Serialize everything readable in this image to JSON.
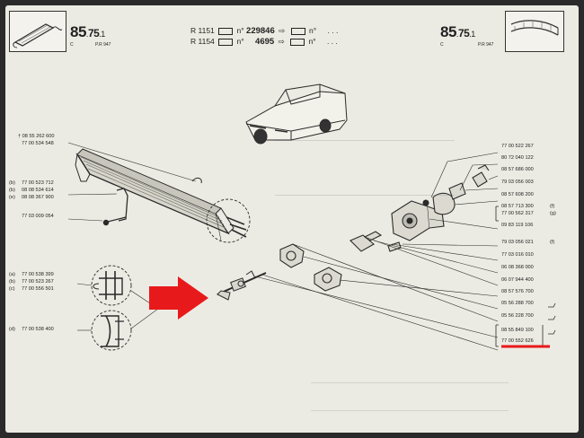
{
  "header": {
    "page_left": {
      "major": "85",
      "minor": "75",
      "suffix": ".1",
      "sub_c": "C",
      "sub_pr": "P.R 947"
    },
    "page_right": {
      "major": "85",
      "minor": "75",
      "suffix": ".1",
      "sub_c": "C",
      "sub_pr": "P.R 947"
    },
    "model_rows": [
      {
        "model": "R 1151",
        "from_no": "229846",
        "to_no": ". . ."
      },
      {
        "model": "R 1154",
        "from_no": "4695",
        "to_no": ". . ."
      }
    ],
    "no_label": "n°"
  },
  "refs_left": [
    "† 08 55 262 600",
    "77 00 534 548",
    "(b)",
    "77 00 523 712",
    "(b)",
    "08 08 534 614",
    "(e)",
    "08 08 367 900",
    "77 03 009 054",
    "(a)",
    "77 00 538 399",
    "(b)",
    "77 00 523 267",
    "(c)",
    "77 00 556 501",
    "(d)",
    "77 00 538 400"
  ],
  "refs_right": [
    "77 00 522 267",
    "80 72 040 122",
    "08 57 686 000",
    "79 03 056 003",
    "08 57 608 200",
    "08 57 713 300",
    "77 00 562 317",
    "09 83 119 106",
    "79 03 056 021",
    "77 03 016 010",
    "06 08 368 000",
    "06 07 944 400",
    "08 57 576 700",
    "05 56 288 700",
    "05 56 228 700",
    "08 55 849 100",
    "77 00 552 626"
  ],
  "ref_markers": [
    "(f)",
    "(g)",
    "(f)"
  ],
  "colors": {
    "highlight": "#e8191b",
    "paper": "#ecebe3",
    "ink": "#2b2b2b"
  }
}
